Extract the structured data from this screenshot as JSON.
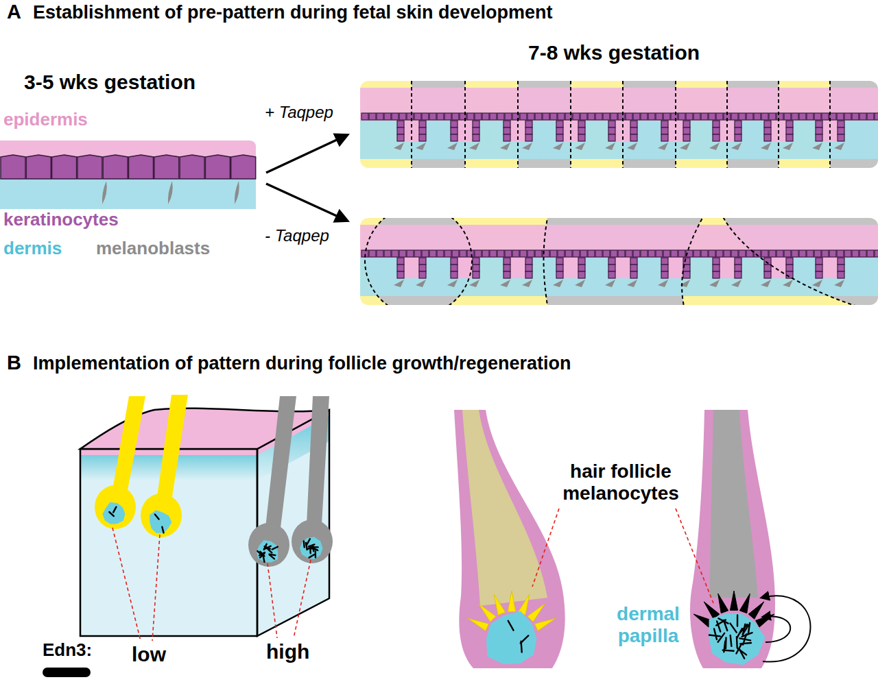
{
  "diagram": {
    "labels": [
      "A",
      "Establishment of pre-pattern during fetal skin development",
      "3-5 wks gestation",
      "7-8 wks gestation",
      "epidermis",
      "+ Taqpep",
      "keratinocytes",
      "- Taqpep",
      "dermis",
      "melanoblasts",
      "B",
      "Implementation of pattern during follicle growth/regeneration",
      "hair follicle melanocytes",
      "dermal papilla",
      "low",
      "high"
    ],
    "legend": [
      {
        "text": "Edn3:"
      }
    ]
  }
}
